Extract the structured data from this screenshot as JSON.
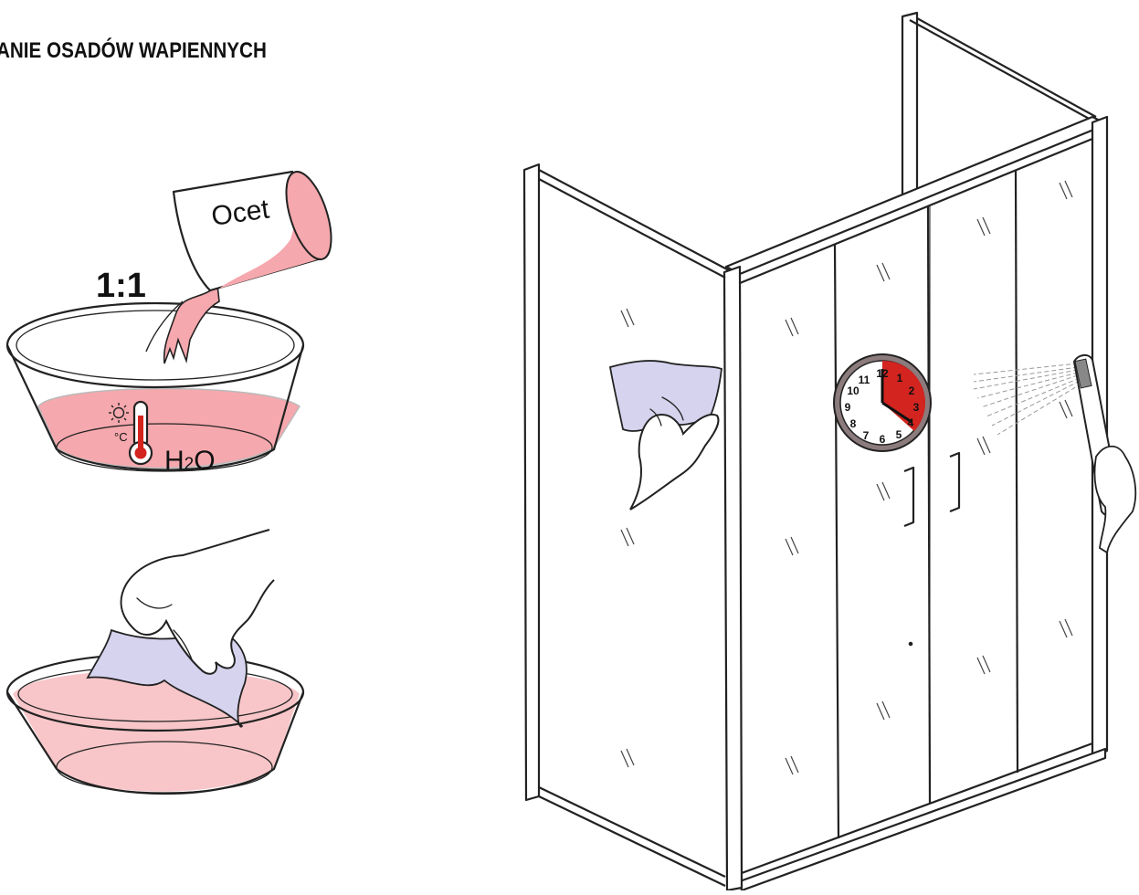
{
  "header": {
    "title": "ANIE OSADÓW WAPIENNYCH"
  },
  "steps": {
    "mix_ratio": "1:1",
    "vinegar_label": "Ocet",
    "celsius_label": "°C",
    "water_label_main": "H",
    "water_label_sub": "2",
    "water_label_end": "O"
  },
  "clock": {
    "numbers": [
      "12",
      "1",
      "2",
      "3",
      "4",
      "5",
      "6",
      "7",
      "8",
      "9",
      "10",
      "11"
    ],
    "highlight_color": "#d3241f"
  },
  "colors": {
    "liquid": "#f5a8ad",
    "liquid_light": "#f8c6c9",
    "cloth": "#d6d3ef",
    "clock_rim": "#8c7b7d",
    "outline": "#222222"
  }
}
